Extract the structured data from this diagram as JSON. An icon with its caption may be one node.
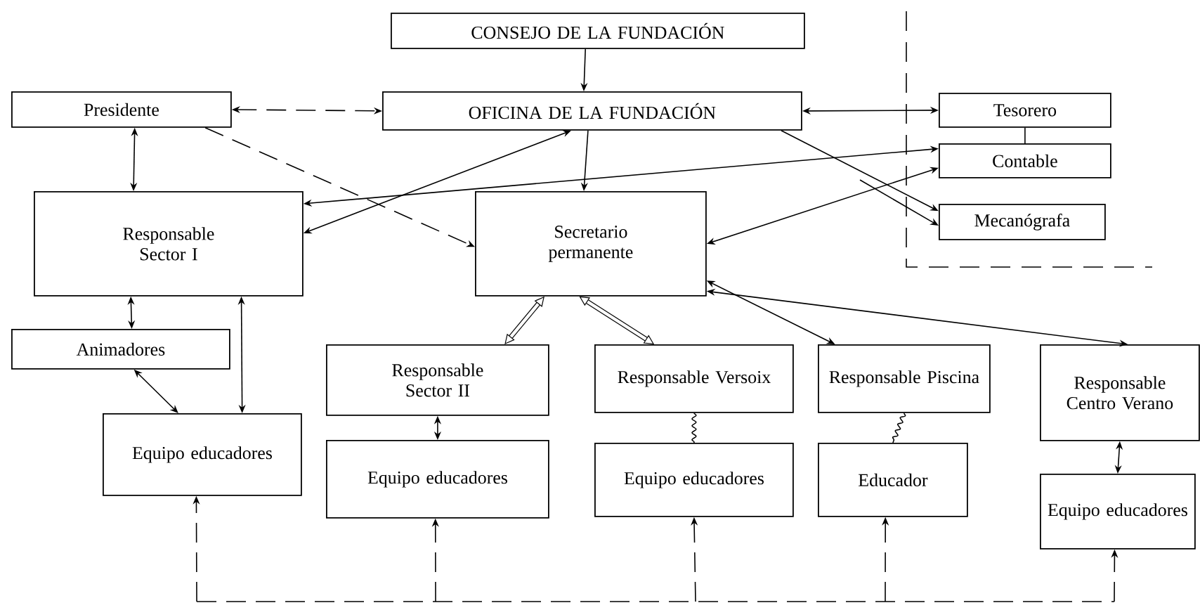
{
  "diagram": {
    "nodes": [
      {
        "text": [
          "CONSEJO DE LA FUNDACIÓN"
        ]
      },
      {
        "text": [
          "Presidente"
        ]
      },
      {
        "text": [
          "OFICINA DE LA FUNDACIÓN"
        ]
      },
      {
        "text": [
          "Tesorero"
        ]
      },
      {
        "text": [
          "Contable"
        ]
      },
      {
        "text": [
          "Mecanógrafa"
        ]
      },
      {
        "text": [
          "Responsable Sector I"
        ]
      },
      {
        "text": [
          "Secretario permanente"
        ]
      },
      {
        "text": [
          "Animadores"
        ]
      },
      {
        "text": [
          "Equipo educadores"
        ]
      },
      {
        "text": [
          "Responsable Sector II"
        ]
      },
      {
        "text": [
          "Equipo educadores"
        ]
      },
      {
        "text": [
          "Responsable Versoix"
        ]
      },
      {
        "text": [
          "Equipo educadores"
        ]
      },
      {
        "text": [
          "Responsable Piscina"
        ]
      },
      {
        "text": [
          "Educador"
        ]
      },
      {
        "text": [
          "Responsable Centro Verano"
        ]
      },
      {
        "text": [
          "Equipo educadores"
        ]
      }
    ],
    "edges": [
      {
        "from": 0,
        "to": 2,
        "arrow": "to"
      },
      {
        "from": 1,
        "to": 2,
        "arrow": "both",
        "style": "dashed"
      },
      {
        "from": 2,
        "to": 3,
        "arrow": "both"
      },
      {
        "from": 1,
        "to": 6,
        "arrow": "both"
      },
      {
        "from": 1,
        "to": 7,
        "arrow": "to",
        "style": "dashed"
      },
      {
        "from": 2,
        "to": 7,
        "arrow": "to"
      },
      {
        "from": 4,
        "to": 6,
        "arrow": "both"
      },
      {
        "from": 2,
        "to": 6,
        "arrow": "both"
      },
      {
        "from": 2,
        "to": 5,
        "arrow": "to"
      },
      {
        "from": null,
        "to": 5,
        "arrow": "to"
      },
      {
        "from": 4,
        "to": 7,
        "arrow": "both"
      },
      {
        "from": 3,
        "to": 4,
        "arrow": "none"
      },
      {
        "from": 7,
        "to": 10,
        "arrow": "both",
        "style": "thick"
      },
      {
        "from": 7,
        "to": 12,
        "arrow": "both",
        "style": "thick"
      },
      {
        "from": 7,
        "to": 14,
        "arrow": "both"
      },
      {
        "from": 7,
        "to": 16,
        "arrow": "both"
      },
      {
        "from": 6,
        "to": 8,
        "arrow": "both"
      },
      {
        "from": 6,
        "to": 9,
        "arrow": "both"
      },
      {
        "from": 8,
        "to": 9,
        "arrow": "both"
      },
      {
        "from": 10,
        "to": 11,
        "arrow": "both"
      },
      {
        "from": 12,
        "to": 13,
        "arrow": "none"
      },
      {
        "from": 14,
        "to": 15,
        "arrow": "none"
      },
      {
        "from": 16,
        "to": 17,
        "arrow": "both"
      },
      {
        "from": null,
        "to": 9,
        "arrow": "to",
        "style": "dashed"
      },
      {
        "from": null,
        "to": 11,
        "arrow": "to",
        "style": "dashed"
      },
      {
        "from": null,
        "to": 13,
        "arrow": "to",
        "style": "dashed"
      },
      {
        "from": null,
        "to": 15,
        "arrow": "to",
        "style": "dashed"
      },
      {
        "from": null,
        "to": 17,
        "arrow": "to",
        "style": "dashed"
      }
    ]
  }
}
